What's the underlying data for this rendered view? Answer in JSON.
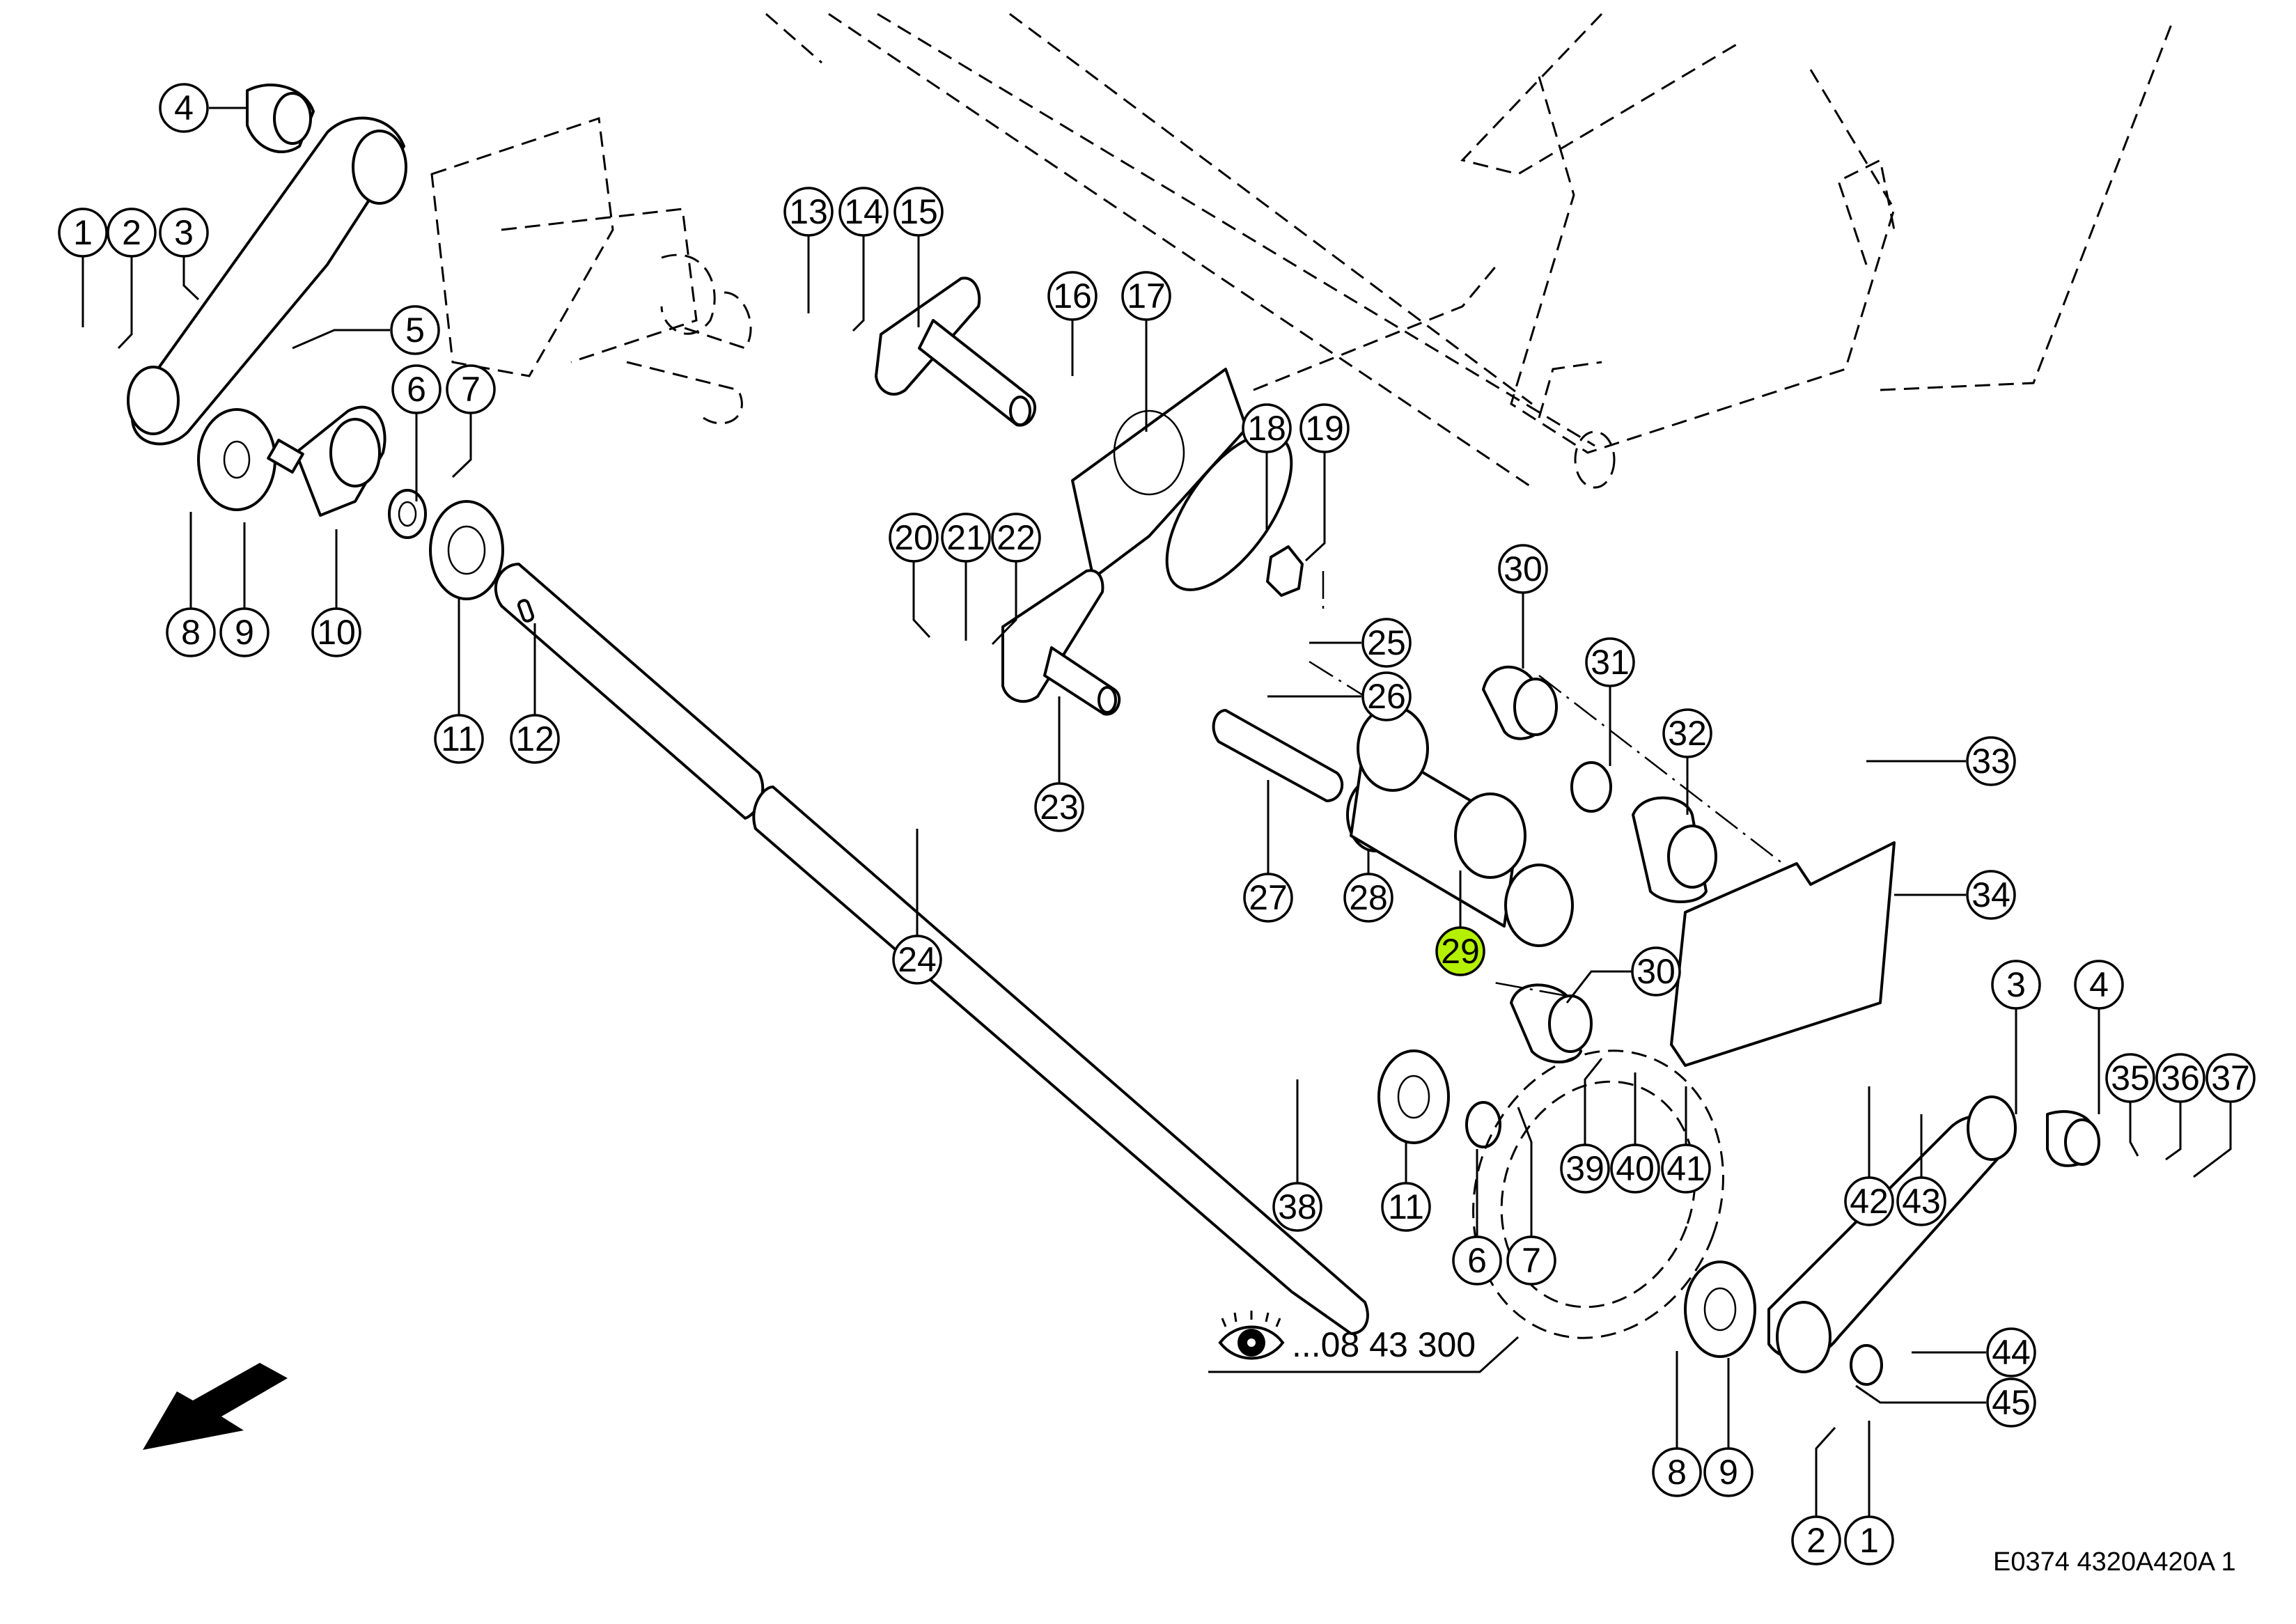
{
  "diagram": {
    "title_code": "E0374 4320A420A 1",
    "highlight_color": "#b4f000",
    "highlighted_part": "29",
    "reference": {
      "icon": "eye-icon",
      "text": "...08 43 300"
    },
    "direction_icon": "arrow-down-left-icon",
    "callouts": [
      "1",
      "2",
      "3",
      "4",
      "5",
      "6",
      "7",
      "8",
      "9",
      "10",
      "11",
      "12",
      "13",
      "14",
      "15",
      "16",
      "17",
      "18",
      "19",
      "20",
      "21",
      "22",
      "23",
      "24",
      "25",
      "26",
      "27",
      "28",
      "29",
      "30",
      "30",
      "31",
      "32",
      "33",
      "34",
      "3",
      "4",
      "35",
      "36",
      "37",
      "38",
      "11",
      "6",
      "7",
      "39",
      "40",
      "41",
      "42",
      "43",
      "44",
      "45",
      "8",
      "9",
      "2",
      "1"
    ]
  }
}
